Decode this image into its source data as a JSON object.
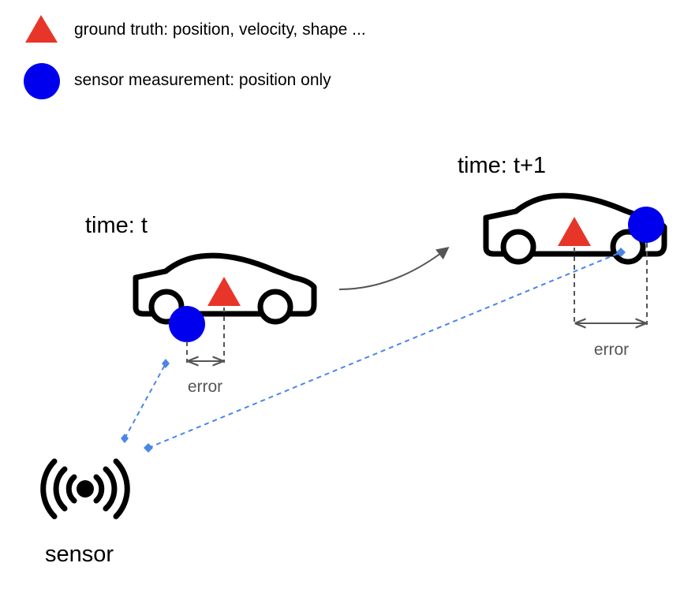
{
  "legend": {
    "ground_truth_label": "ground truth: position, velocity, shape ...",
    "measurement_label": "sensor measurement: position only"
  },
  "scene": {
    "time_t_label": "time: t",
    "time_t1_label": "time: t+1",
    "error_label_t": "error",
    "error_label_t1": "error",
    "sensor_label": "sensor"
  },
  "colors": {
    "ground_truth": "#e8352a",
    "measurement": "#0000ee",
    "ray": "#4a86e8",
    "dimension": "#555555"
  }
}
